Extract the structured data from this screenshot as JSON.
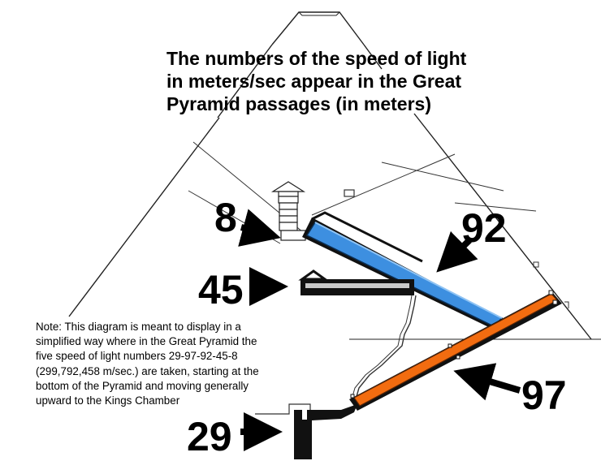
{
  "title_lines": [
    "The numbers of the speed of light",
    "in meters/sec appear in the Great",
    "Pyramid passages (in meters)"
  ],
  "note_lines": [
    "Note: This diagram is meant to display in a",
    "simplified way where in the Great Pyramid the",
    "five speed of light numbers 29-97-92-45-8",
    "(299,792,458 m/sec.) are taken, starting at the",
    "bottom of the Pyramid and moving generally",
    "upward to the Kings Chamber"
  ],
  "passage_numbers": {
    "kings_chamber": "8",
    "grand_gallery": "92",
    "queens_chamber": "45",
    "ascending_passage": "97",
    "descending_passage": "29"
  },
  "colors": {
    "grand_gallery_fill": "#3d8fe0",
    "ascending_passage_fill": "#f26c10",
    "label_ink": "#000000"
  }
}
